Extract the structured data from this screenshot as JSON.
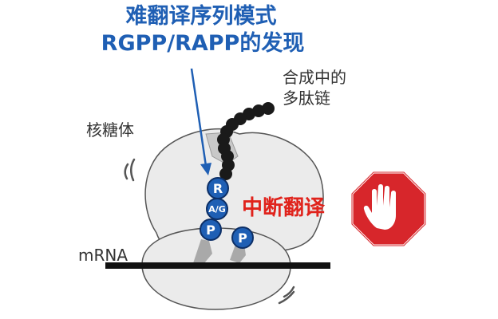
{
  "title": {
    "line1": "难翻译序列模式",
    "line2": "RGPP/RAPP的发现"
  },
  "labels": {
    "peptide_line1": "合成中的",
    "peptide_line2": "多肽链",
    "ribosome": "核糖体",
    "mrna": "mRNA",
    "stop_text": "中断翻译"
  },
  "residues": [
    "R",
    "A/G",
    "P",
    "P"
  ],
  "colors": {
    "title_blue": "#1f5fb4",
    "residue_blue": "#1f5fb4",
    "stop_red": "#e0231c",
    "sign_red": "#d7262b",
    "peptide_black": "#1a1a1a",
    "ribosome_gray": "#ebebeb",
    "outline_gray": "#555555"
  },
  "icons": {
    "stop_sign": "stop-hand-sign-icon",
    "arrow": "down-arrow-icon"
  }
}
